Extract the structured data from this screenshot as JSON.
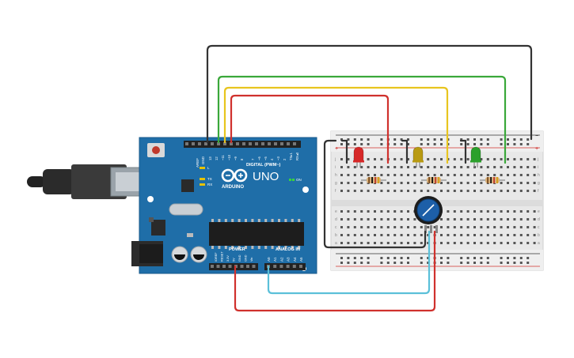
{
  "arduino": {
    "brand": "ARDUINO",
    "model": "UNO",
    "on_label": "ON",
    "tx_label": "TX",
    "rx_label": "RX",
    "l_label": "L",
    "digital_label": "DIGITAL (PWM~)",
    "power_label": "POWER",
    "analog_label": "ANALOG IN",
    "aref_label": "AREF",
    "gnd_label": "GND",
    "digital_pins": [
      "13",
      "12",
      "~11",
      "~10",
      "~9",
      "8",
      "7",
      "~6",
      "~5",
      "4",
      "~3",
      "2",
      "TX▸1",
      "RX◂0"
    ],
    "power_pins": [
      "IOREF",
      "RESET",
      "3.3V",
      "5V",
      "GND",
      "GND",
      "Vin"
    ],
    "analog_pins": [
      "A0",
      "A1",
      "A2",
      "A3",
      "A4",
      "A5"
    ],
    "board_color": "#1f6ea8"
  },
  "breadboard": {
    "rows_left": [
      "j",
      "i",
      "h",
      "g",
      "f"
    ],
    "rows_right": [
      "e",
      "d",
      "c",
      "b",
      "a"
    ],
    "plus_sign": "+",
    "minus_sign": "−"
  },
  "components": {
    "leds": [
      {
        "name": "red-led",
        "color": "#d62828"
      },
      {
        "name": "yellow-led",
        "color": "#b89a12"
      },
      {
        "name": "green-led",
        "color": "#2ca02c"
      }
    ],
    "potentiometer_color": "#1d5fa8"
  },
  "wires": {
    "black": "#333333",
    "green": "#3aa83a",
    "yellow": "#e8c51f",
    "red": "#d0312d",
    "cyan": "#5bc0d9"
  }
}
